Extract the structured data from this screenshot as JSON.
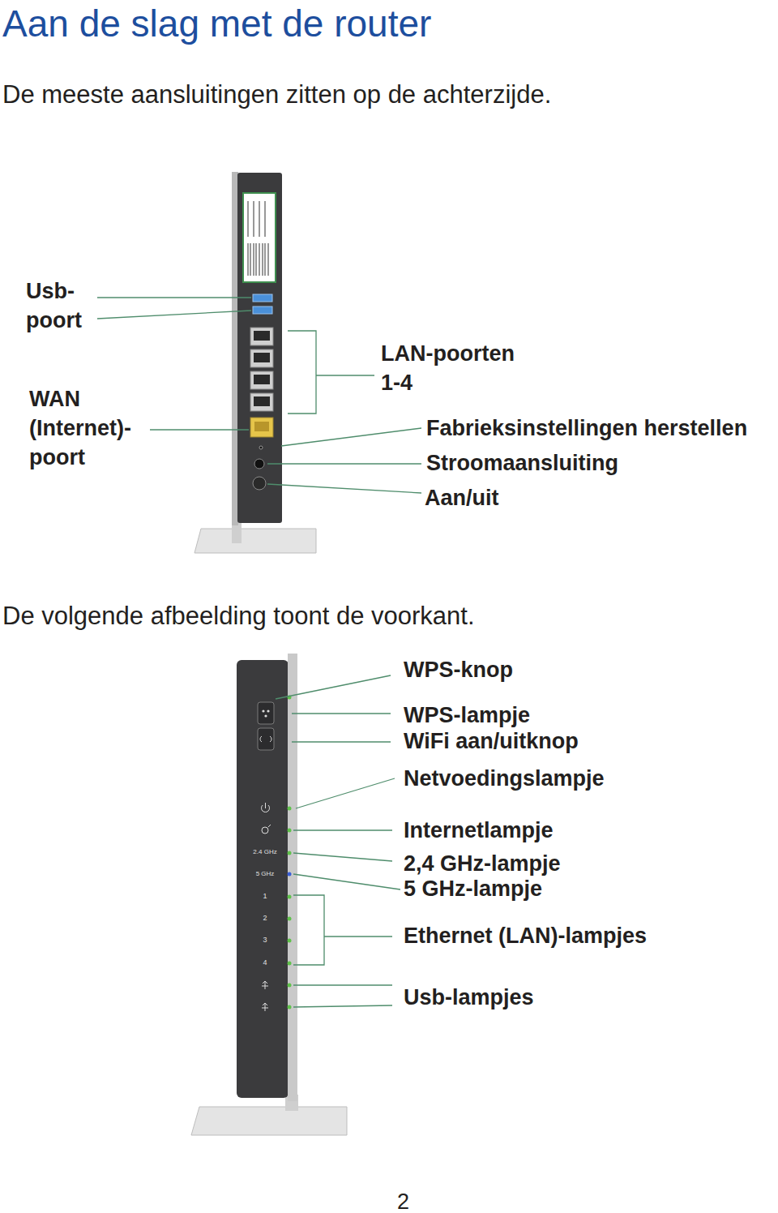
{
  "diagram": {
    "title": "Aan de slag met de router",
    "labels": [
      "De meeste aansluitingen zitten op de achterzijde.",
      "Usb- poort",
      "LAN-poorten 1-4",
      "WAN (Internet)- poort",
      "Fabrieksinstellingen herstellen",
      "Stroomaansluiting",
      "Aan/uit",
      "De volgende afbeelding toont de voorkant.",
      "WPS-knop",
      "WPS-lampje",
      "WiFi aan/uitknop",
      "Netvoedingslampje",
      "Internetlampje",
      "2,4 GHz-lampje",
      "5 GHz-lampje",
      "Ethernet (LAN)-lampjes",
      "Usb-lampjes",
      "2.4 GHz",
      "5 GHz",
      "1",
      "2",
      "3",
      "4",
      "2"
    ]
  }
}
